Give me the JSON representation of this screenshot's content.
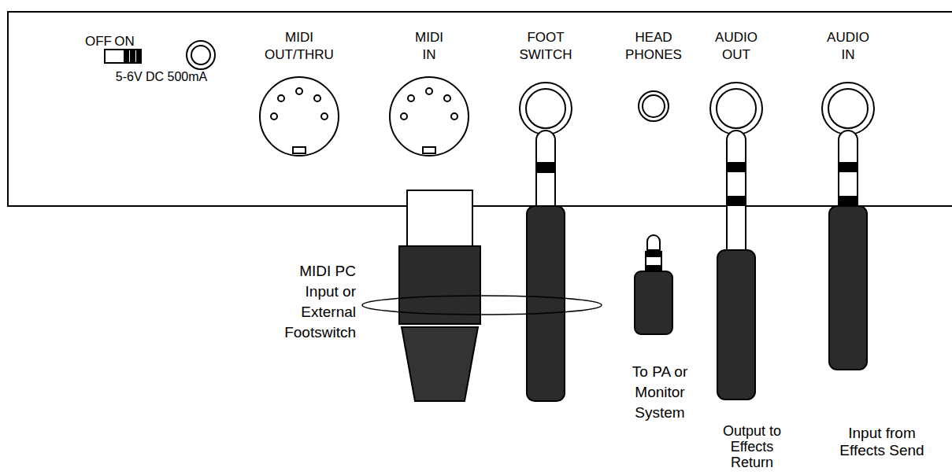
{
  "diagram": {
    "labels": [
      "OFF",
      "ON",
      "5-6V DC 500mA",
      "MIDI OUT/THRU",
      "MIDI IN",
      "FOOT SWITCH",
      "HEAD PHONES",
      "AUDIO OUT",
      "AUDIO IN",
      "MIDI PC Input or External Footswitch",
      "To PA or Monitor System",
      "Output to Effects Return",
      "Input from Effects Send"
    ]
  }
}
